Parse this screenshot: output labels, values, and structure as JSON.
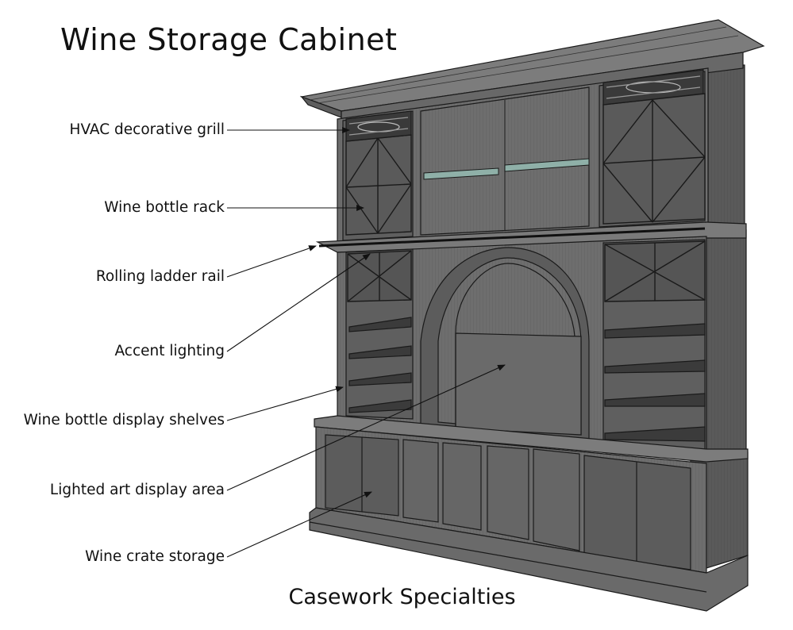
{
  "title": "Wine Storage Cabinet",
  "footer": "Casework Specialties",
  "callouts": [
    {
      "id": "hvac",
      "label": "HVAC decorative grill"
    },
    {
      "id": "rack",
      "label": "Wine bottle rack"
    },
    {
      "id": "rail",
      "label": "Rolling ladder rail"
    },
    {
      "id": "accent",
      "label": "Accent lighting"
    },
    {
      "id": "shelves",
      "label": "Wine bottle display shelves"
    },
    {
      "id": "art",
      "label": "Lighted art display area"
    },
    {
      "id": "crate",
      "label": "Wine crate storage"
    }
  ],
  "colors": {
    "cabinet": "#6f6f6f",
    "cabinet_dark": "#4e4e4e",
    "cabinet_light": "#8a8a8a",
    "line": "#1a1a1a",
    "glass": "#8fb0a8"
  }
}
